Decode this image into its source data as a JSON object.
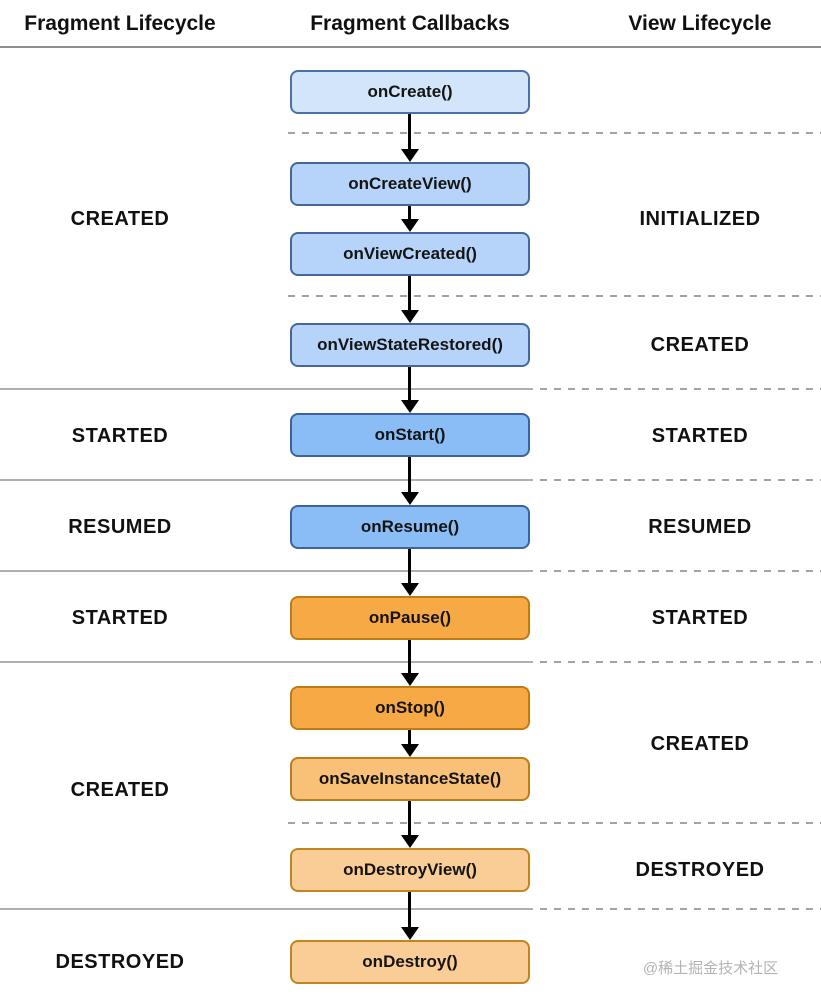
{
  "title_row": {
    "fragment_lifecycle": "Fragment Lifecycle",
    "fragment_callbacks": "Fragment Callbacks",
    "view_lifecycle": "View Lifecycle"
  },
  "fragment_states": [
    {
      "label": "CREATED"
    },
    {
      "label": "STARTED"
    },
    {
      "label": "RESUMED"
    },
    {
      "label": "STARTED"
    },
    {
      "label": "CREATED"
    },
    {
      "label": "DESTROYED"
    }
  ],
  "view_states": [
    {
      "label": "INITIALIZED"
    },
    {
      "label": "CREATED"
    },
    {
      "label": "STARTED"
    },
    {
      "label": "RESUMED"
    },
    {
      "label": "STARTED"
    },
    {
      "label": "CREATED"
    },
    {
      "label": "DESTROYED"
    }
  ],
  "callbacks": [
    {
      "label": "onCreate()",
      "fill": "#d3e5fb",
      "border": "#4a72a8"
    },
    {
      "label": "onCreateView()",
      "fill": "#b6d4f9",
      "border": "#44689d"
    },
    {
      "label": "onViewCreated()",
      "fill": "#b6d4f9",
      "border": "#44689d"
    },
    {
      "label": "onViewStateRestored()",
      "fill": "#b6d4f9",
      "border": "#44689d"
    },
    {
      "label": "onStart()",
      "fill": "#8abdf6",
      "border": "#3c639c"
    },
    {
      "label": "onResume()",
      "fill": "#8abdf6",
      "border": "#3c639c"
    },
    {
      "label": "onPause()",
      "fill": "#f7a946",
      "border": "#bf7b16"
    },
    {
      "label": "onStop()",
      "fill": "#f7a946",
      "border": "#bf7b16"
    },
    {
      "label": "onSaveInstanceState()",
      "fill": "#f9c178",
      "border": "#bf7d1a"
    },
    {
      "label": "onDestroyView()",
      "fill": "#fbcd96",
      "border": "#c08421"
    },
    {
      "label": "onDestroy()",
      "fill": "#fbcd96",
      "border": "#c08421"
    }
  ],
  "watermark": "@稀土掘金技术社区",
  "colors": {
    "header_divider": "#8f8f8f",
    "solid_divider": "#b0b0b0",
    "dashed_divider": "#a3a3a3",
    "arrow": "#000000"
  }
}
